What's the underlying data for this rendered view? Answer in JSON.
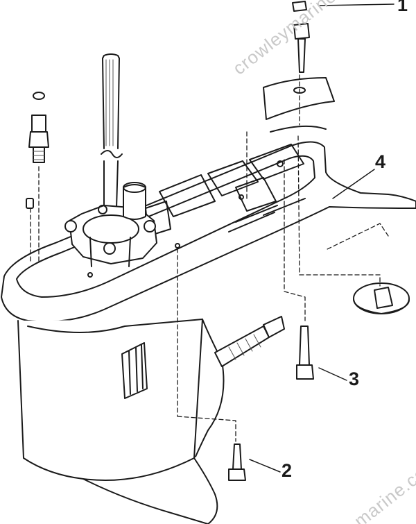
{
  "callouts": {
    "one": "1",
    "two": "2",
    "three": "3",
    "four": "4"
  },
  "watermark": {
    "upper": "crowleymarine",
    "lower": "marine.com"
  },
  "colors": {
    "line": "#1a1a1a",
    "hatch": "#555555",
    "watermark": "#c9c9c9"
  }
}
